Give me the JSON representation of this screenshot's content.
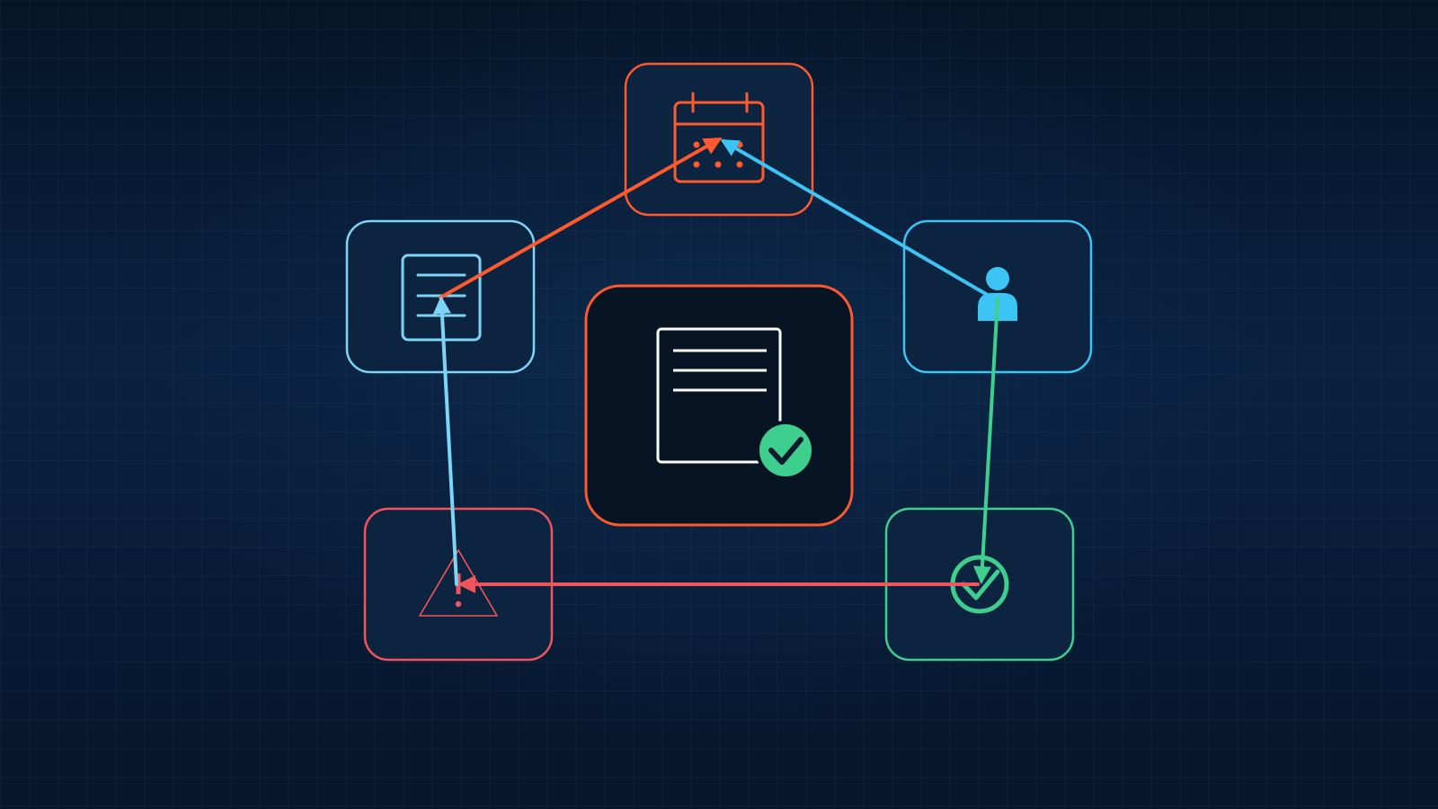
{
  "colors": {
    "background": "#06162b",
    "node_fill": "#0d2440",
    "center_fill": "#071424",
    "orange": "#ff5a2e",
    "blue": "#3cc4f5",
    "light_blue": "#7cd4f7",
    "red": "#f2545b",
    "green": "#3ecf8e",
    "white": "#ffffff"
  },
  "nodes": [
    {
      "id": "schedule",
      "icon": "calendar-icon",
      "color": "orange"
    },
    {
      "id": "user",
      "icon": "user-icon",
      "color": "blue"
    },
    {
      "id": "approved",
      "icon": "check-circle-icon",
      "color": "green"
    },
    {
      "id": "alert",
      "icon": "warning-icon",
      "color": "red"
    },
    {
      "id": "document",
      "icon": "document-icon",
      "color": "light_blue"
    },
    {
      "id": "center",
      "icon": "document-check-icon",
      "color": "orange"
    }
  ],
  "edges": [
    {
      "from": "document",
      "to": "schedule",
      "color": "orange"
    },
    {
      "from": "user",
      "to": "schedule",
      "color": "blue"
    },
    {
      "from": "user",
      "to": "approved",
      "color": "green"
    },
    {
      "from": "approved",
      "to": "alert",
      "color": "red"
    },
    {
      "from": "alert",
      "to": "document",
      "color": "light_blue"
    }
  ]
}
